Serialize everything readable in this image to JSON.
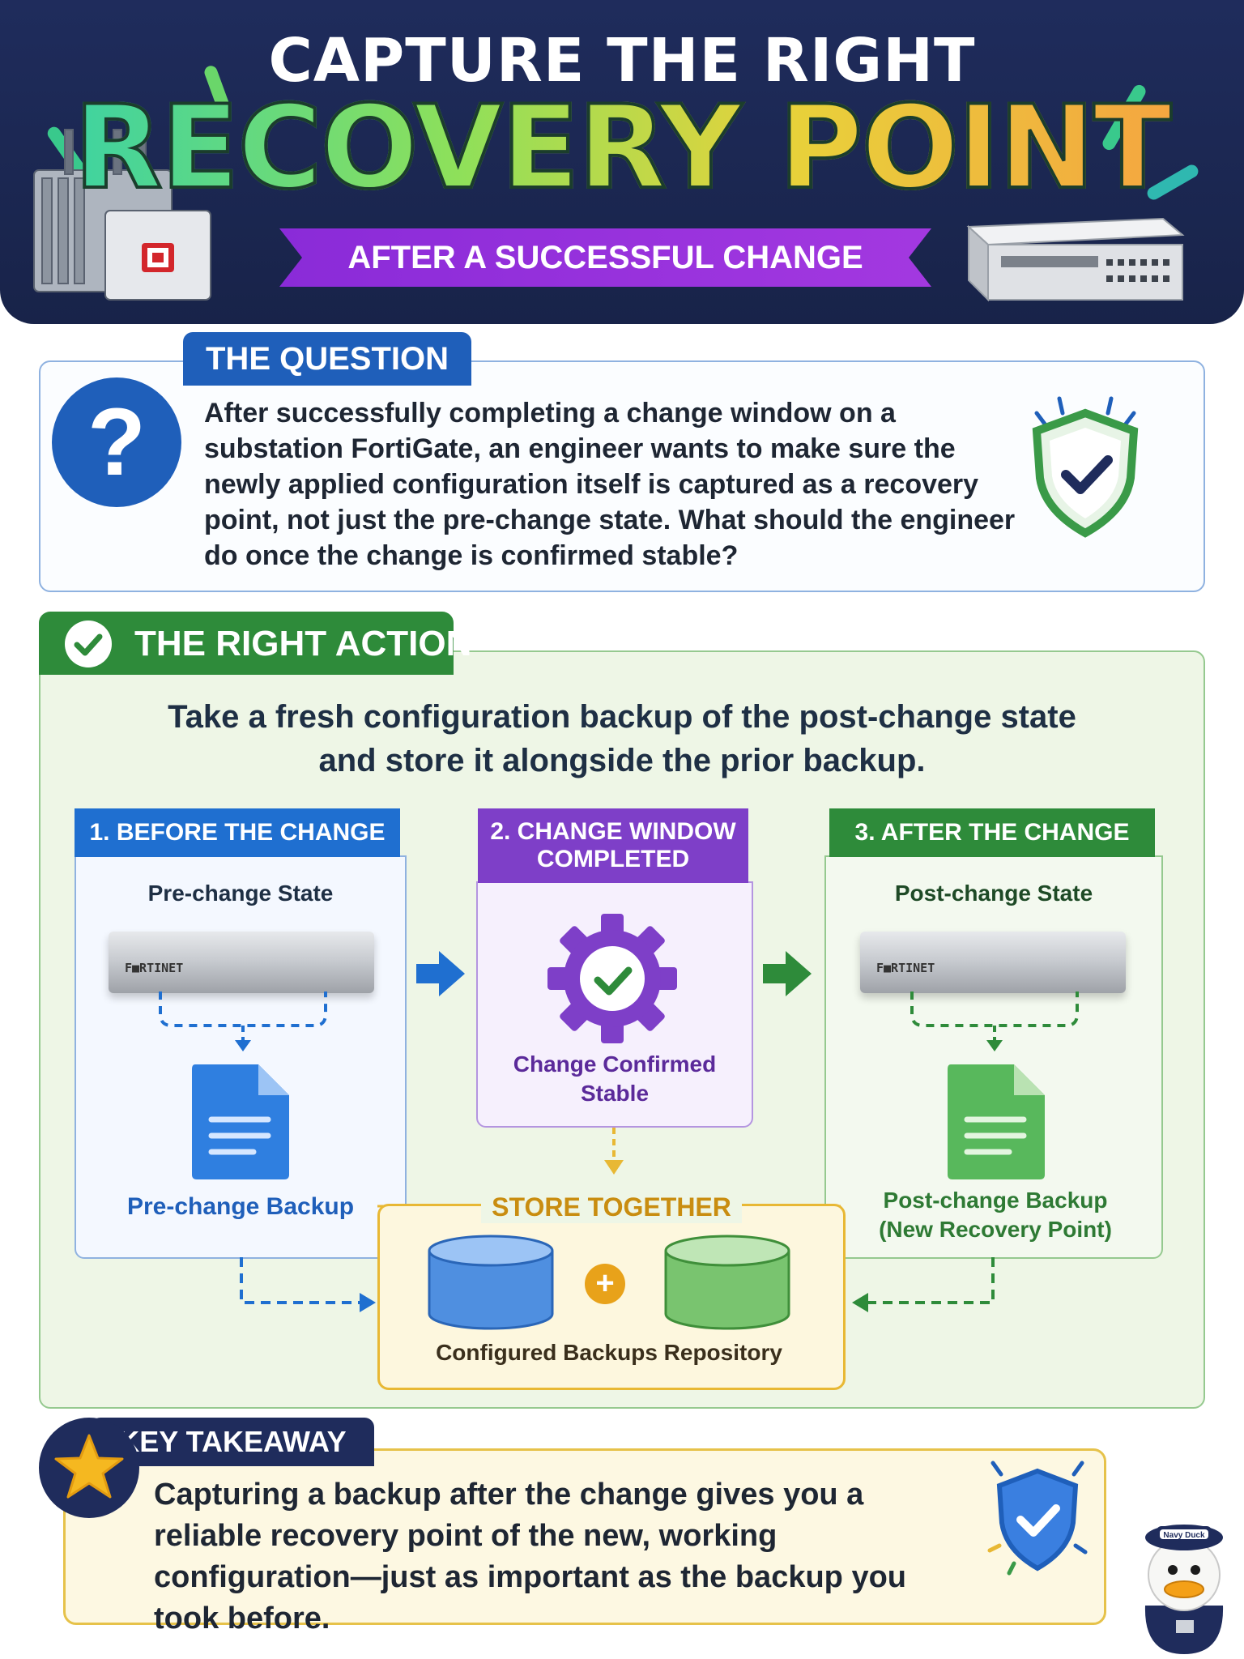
{
  "header": {
    "title_top": "CAPTURE THE RIGHT",
    "title_main": "RECOVERY POINT",
    "subtitle": "AFTER A SUCCESSFUL CHANGE WINDOW"
  },
  "question": {
    "tab": "THE QUESTION",
    "icon": "question-icon",
    "symbol": "?",
    "text": "After successfully completing a change window on a substation FortiGate, an engineer wants to make sure the newly applied configuration itself is captured as a recovery point, not just the pre-change state. What should the engineer do once the change is confirmed stable?"
  },
  "action": {
    "tab": "THE RIGHT ACTION",
    "headline_line1": "Take a fresh configuration backup of the post-change state",
    "headline_line2": "and store it alongside the prior backup.",
    "steps": [
      {
        "title": "1. BEFORE THE CHANGE",
        "state": "Pre-change State",
        "device_brand": "F■RTINET",
        "result": "Pre-change Backup",
        "color": "#1f6fd0"
      },
      {
        "title_line1": "2. CHANGE WINDOW",
        "title_line2": "COMPLETED",
        "result_line1": "Change Confirmed",
        "result_line2": "Stable",
        "color": "#7e3fc8"
      },
      {
        "title": "3. AFTER THE CHANGE",
        "state": "Post-change State",
        "device_brand": "F■RTINET",
        "result_line1": "Post-change Backup",
        "result_line2": "(New Recovery Point)",
        "color": "#2e8b3a"
      }
    ],
    "store": {
      "label": "STORE TOGETHER",
      "plus": "+",
      "repository": "Configured Backups Repository"
    }
  },
  "takeaway": {
    "tab": "KEY TAKEAWAY",
    "text": "Capturing a backup after the change gives you a reliable recovery point of the new, working configuration—just as important as the backup you took before."
  },
  "mascot": {
    "cap_text": "Navy Duck"
  },
  "colors": {
    "navy": "#1f2c5c",
    "blue": "#1f5fba",
    "green": "#2e8b3a",
    "purple": "#7e3fc8",
    "gold": "#e8b834"
  }
}
